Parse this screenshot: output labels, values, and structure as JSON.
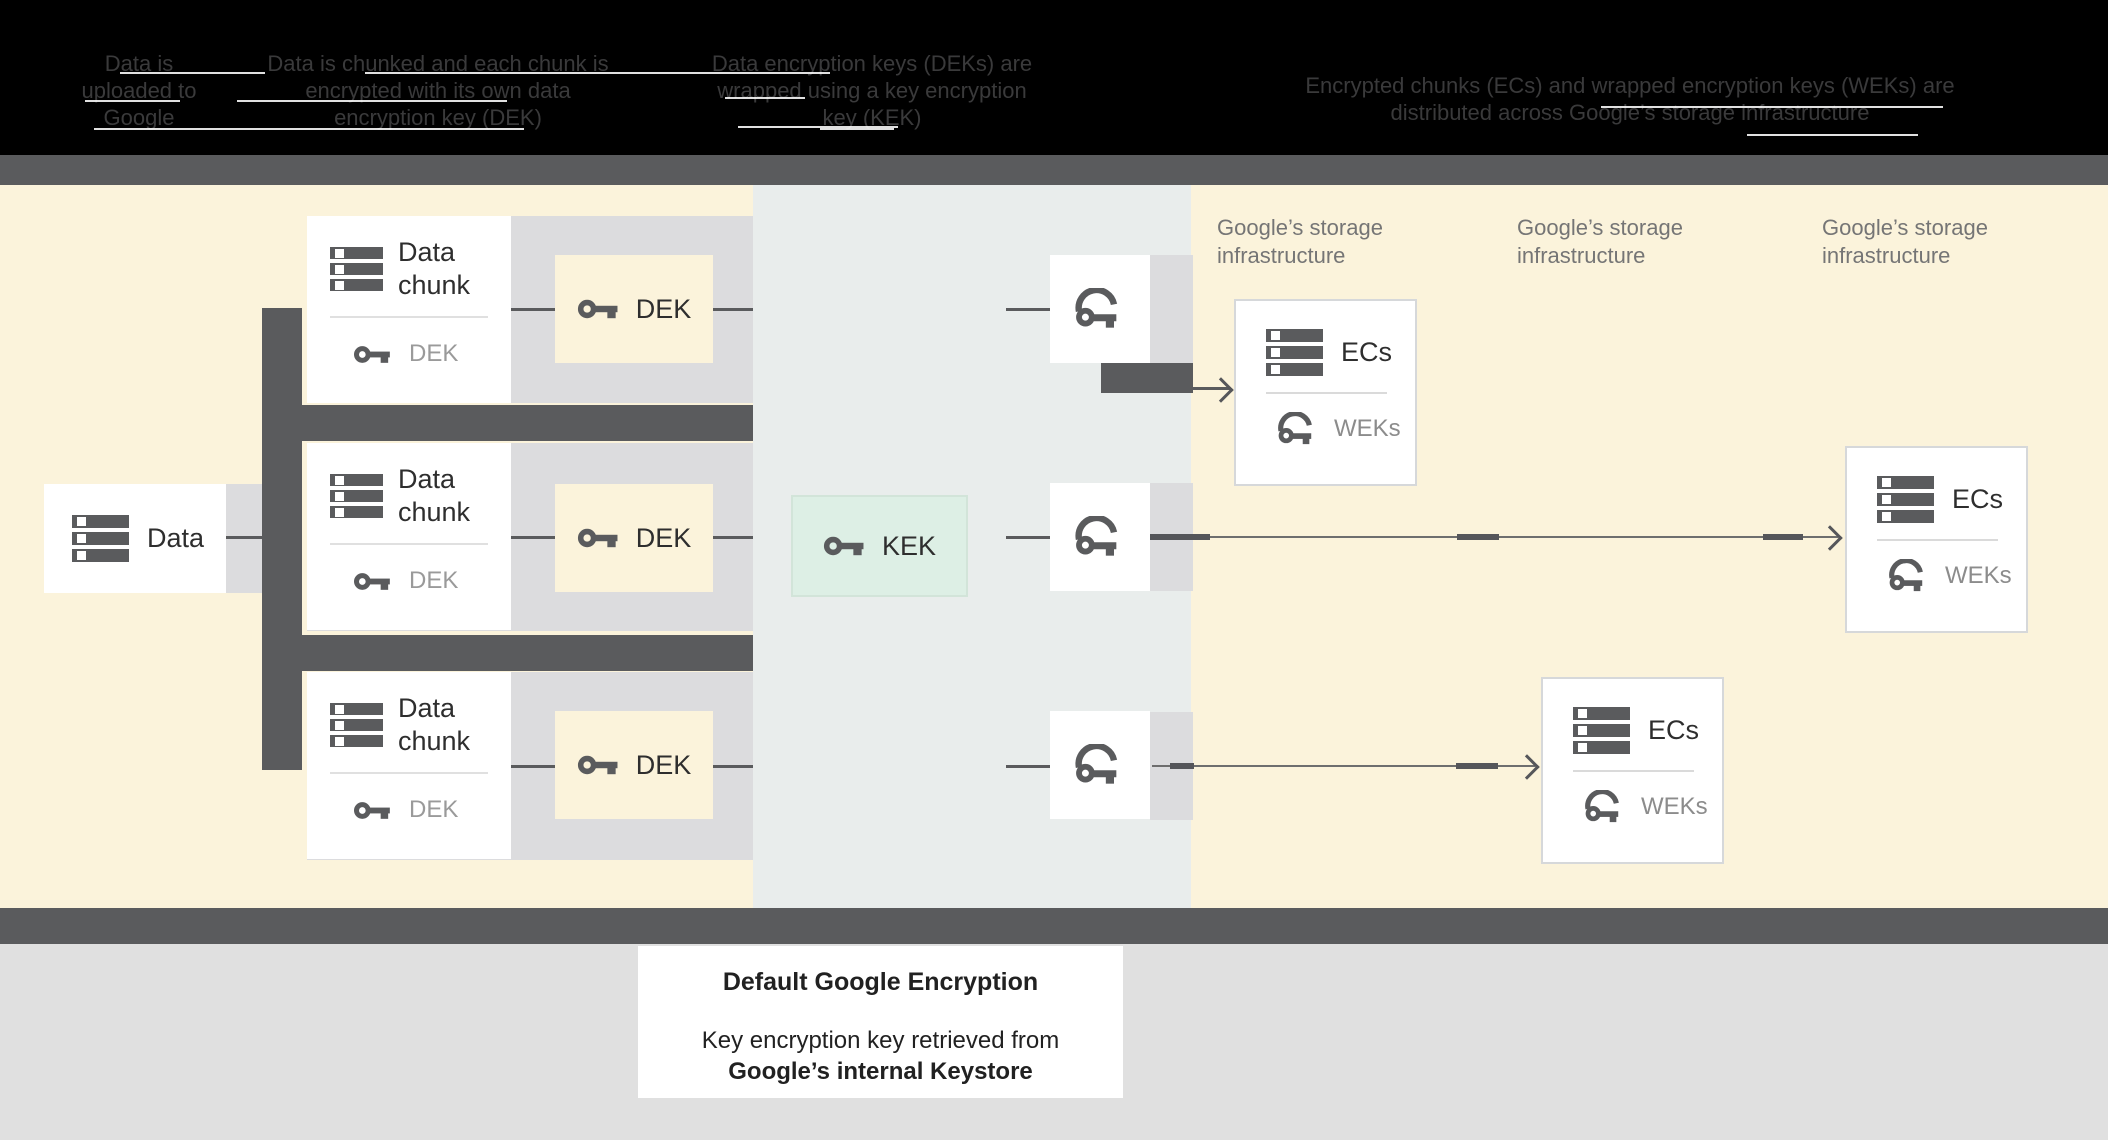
{
  "header": {
    "steps": [
      {
        "text": "Data is uploaded to Google"
      },
      {
        "text": "Data is chunked and each chunk is encrypted with its own data encryption key (DEK)"
      },
      {
        "text": "Data encryption keys (DEKs) are wrapped using a key encryption key (KEK)"
      },
      {
        "text": "Encrypted chunks (ECs) and wrapped encryption keys (WEKs) are distributed across Google’s storage infrastructure"
      }
    ]
  },
  "diagram": {
    "data_box": {
      "label": "Data"
    },
    "chunk_boxes": [
      {
        "title": "Data chunk",
        "key_label": "DEK"
      },
      {
        "title": "Data chunk",
        "key_label": "DEK"
      },
      {
        "title": "Data chunk",
        "key_label": "DEK"
      }
    ],
    "dek_boxes": [
      {
        "label": "DEK"
      },
      {
        "label": "DEK"
      },
      {
        "label": "DEK"
      }
    ],
    "kek_box": {
      "label": "KEK"
    },
    "storage_labels": [
      "Google’s storage infrastructure",
      "Google’s storage infrastructure",
      "Google’s storage infrastructure"
    ],
    "ec_boxes": [
      {
        "title": "ECs",
        "key_label": "WEKs"
      },
      {
        "title": "ECs",
        "key_label": "WEKs"
      },
      {
        "title": "ECs",
        "key_label": "WEKs"
      }
    ]
  },
  "caption": {
    "title": "Default Google Encryption",
    "line1": "Key encryption key retrieved from",
    "line2": "Google’s internal Keystore"
  },
  "colors": {
    "header_bg": "#000000",
    "header_text": "#3a3a3b",
    "dark_gray_bar": "#5a5b5d",
    "cream_section": "#fbf3db",
    "middle_section": "#e9edec",
    "row_band_gray": "#dcdcde",
    "kek_green": "#ddefe5",
    "footer_gray": "#e0e0e0",
    "muted_text": "#757575"
  }
}
